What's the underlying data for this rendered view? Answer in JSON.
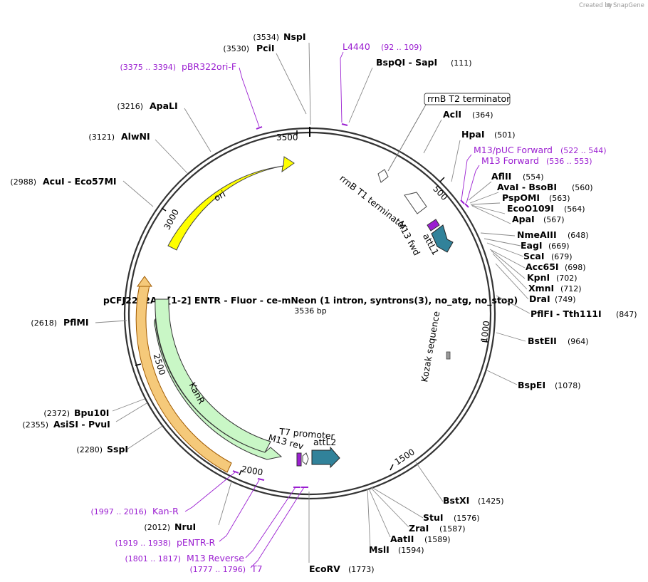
{
  "credit": {
    "text": "Created by",
    "brand": "SnapGene"
  },
  "plasmid": {
    "name": "pCFJ2262A - [1-2] ENTR - Fluor - ce-mNeon (1 intron, syntrons(3), no_atg, no_stop)",
    "size": "3536 bp"
  },
  "ticks": [
    "500",
    "1000",
    "1500",
    "2000",
    "2500",
    "3000",
    "3500"
  ],
  "features": {
    "ori": "ori",
    "kanr": "KanR",
    "rrnb_t2": "rrnB T2 terminator",
    "rrnb_t1": "rrnB T1 terminator",
    "m13_fwd": "M13 fwd",
    "attl1": "attL1",
    "kozak": "Kozak sequence",
    "t7_promoter": "T7 promoter",
    "m13_rev": "M13 rev",
    "attl2": "attL2"
  },
  "sites": {
    "nspi": {
      "name": "NspI",
      "pos": "(3534)"
    },
    "pcii": {
      "name": "PciI",
      "pos": "(3530)"
    },
    "bspqi": {
      "name": "BspQI  -  SapI",
      "pos": "(111)"
    },
    "acli": {
      "name": "AclI",
      "pos": "(364)"
    },
    "hpai": {
      "name": "HpaI",
      "pos": "(501)"
    },
    "aflii": {
      "name": "AflII",
      "pos": "(554)"
    },
    "avai": {
      "name": "AvaI  -  BsoBI",
      "pos": "(560)"
    },
    "pspomi": {
      "name": "PspOMI",
      "pos": "(563)"
    },
    "eco0109i": {
      "name": "EcoO109I",
      "pos": "(564)"
    },
    "apai": {
      "name": "ApaI",
      "pos": "(567)"
    },
    "nmeaiii": {
      "name": "NmeAIII",
      "pos": "(648)"
    },
    "eagi": {
      "name": "EagI",
      "pos": "(669)"
    },
    "scai": {
      "name": "ScaI",
      "pos": "(679)"
    },
    "acc65i": {
      "name": "Acc65I",
      "pos": "(698)"
    },
    "kpni": {
      "name": "KpnI",
      "pos": "(702)"
    },
    "xmni": {
      "name": "XmnI",
      "pos": "(712)"
    },
    "drai": {
      "name": "DraI",
      "pos": "(749)"
    },
    "pflfi": {
      "name": "PflFI  -  Tth111I",
      "pos": "(847)"
    },
    "bsteii": {
      "name": "BstEII",
      "pos": "(964)"
    },
    "bspei": {
      "name": "BspEI",
      "pos": "(1078)"
    },
    "bstxi": {
      "name": "BstXI",
      "pos": "(1425)"
    },
    "stui": {
      "name": "StuI",
      "pos": "(1576)"
    },
    "zrai": {
      "name": "ZraI",
      "pos": "(1587)"
    },
    "aatii": {
      "name": "AatII",
      "pos": "(1589)"
    },
    "msli": {
      "name": "MslI",
      "pos": "(1594)"
    },
    "ecorv": {
      "name": "EcoRV",
      "pos": "(1773)"
    },
    "nrui": {
      "name": "NruI",
      "pos": "(2012)"
    },
    "sspi": {
      "name": "SspI",
      "pos": "(2280)"
    },
    "asisi": {
      "name": "AsiSI  -  PvuI",
      "pos": "(2355)"
    },
    "bpu10i": {
      "name": "Bpu10I",
      "pos": "(2372)"
    },
    "pfimi": {
      "name": "PflMI",
      "pos": "(2618)"
    },
    "acui": {
      "name": "AcuI  -  Eco57MI",
      "pos": "(2988)"
    },
    "alwni": {
      "name": "AlwNI",
      "pos": "(3121)"
    },
    "apali": {
      "name": "ApaLI",
      "pos": "(3216)"
    }
  },
  "primers": {
    "l4440": {
      "name": "L4440",
      "pos": "(92 .. 109)"
    },
    "m13puc": {
      "name": "M13/pUC Forward",
      "pos": "(522 .. 544)"
    },
    "m13fwd": {
      "name": "M13 Forward",
      "pos": "(536 .. 553)"
    },
    "pbr322": {
      "name": "pBR322ori-F",
      "pos": "(3375 .. 3394)"
    },
    "kanr": {
      "name": "Kan-R",
      "pos": "(1997 .. 2016)"
    },
    "pentr": {
      "name": "pENTR-R",
      "pos": "(1919 .. 1938)"
    },
    "m13rev": {
      "name": "M13 Reverse",
      "pos": "(1801 .. 1817)"
    },
    "t7": {
      "name": "T7",
      "pos": "(1777 .. 1796)"
    }
  },
  "colors": {
    "backbone": "#333333",
    "ori": "#ffff00",
    "kanr_fill": "#c9f7c6",
    "kanr_highlight": "#f5c97a",
    "attl": "#31829a",
    "m13": "#9b1fd1",
    "primer_text": "#9b1fd1"
  }
}
